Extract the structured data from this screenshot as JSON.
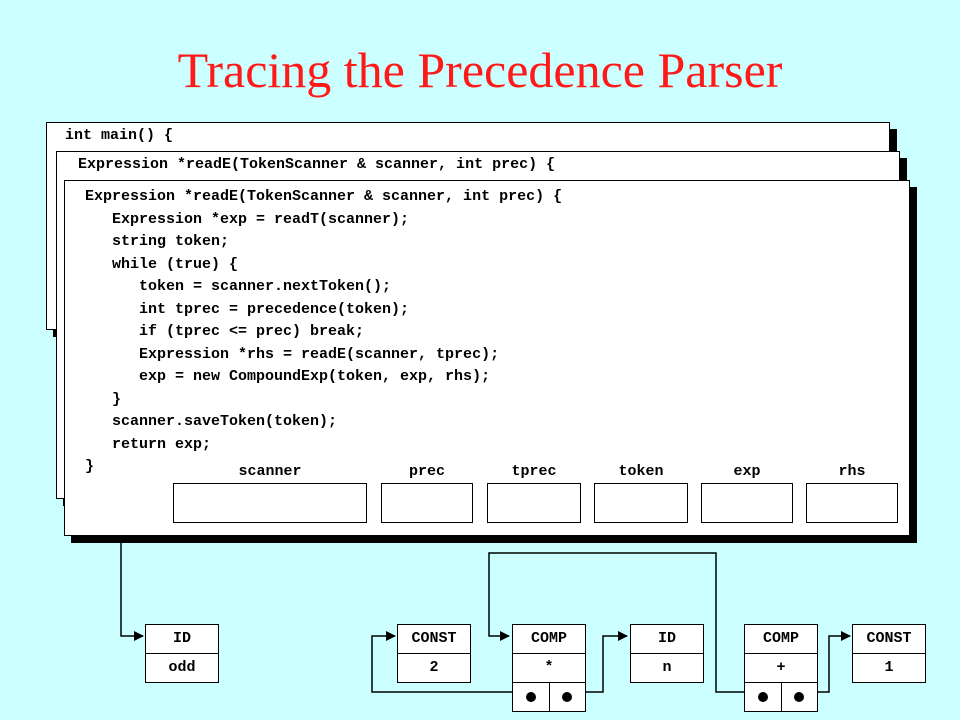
{
  "title": "Tracing the Precedence Parser",
  "frames": {
    "main_header": "int main() {",
    "readE_header": "Expression *readE(TokenScanner & scanner, int prec) {",
    "code_lines": [
      "Expression *readE(TokenScanner & scanner, int prec) {",
      "   Expression *exp = readT(scanner);",
      "   string token;",
      "   while (true) {",
      "      token = scanner.nextToken();",
      "      int tprec = precedence(token);",
      "      if (tprec <= prec) break;",
      "      Expression *rhs = readE(scanner, tprec);",
      "      exp = new CompoundExp(token, exp, rhs);",
      "   }",
      "   scanner.saveToken(token);",
      "   return exp;",
      "}"
    ]
  },
  "variables": {
    "scanner": "scanner",
    "prec": "prec",
    "tprec": "tprec",
    "token": "token",
    "exp": "exp",
    "rhs": "rhs"
  },
  "nodes": {
    "id_odd": {
      "type": "ID",
      "value": "odd"
    },
    "const_2": {
      "type": "CONST",
      "value": "2"
    },
    "comp_mul": {
      "type": "COMP",
      "value": "*"
    },
    "id_n": {
      "type": "ID",
      "value": "n"
    },
    "comp_plus": {
      "type": "COMP",
      "value": "+"
    },
    "const_1": {
      "type": "CONST",
      "value": "1"
    }
  }
}
